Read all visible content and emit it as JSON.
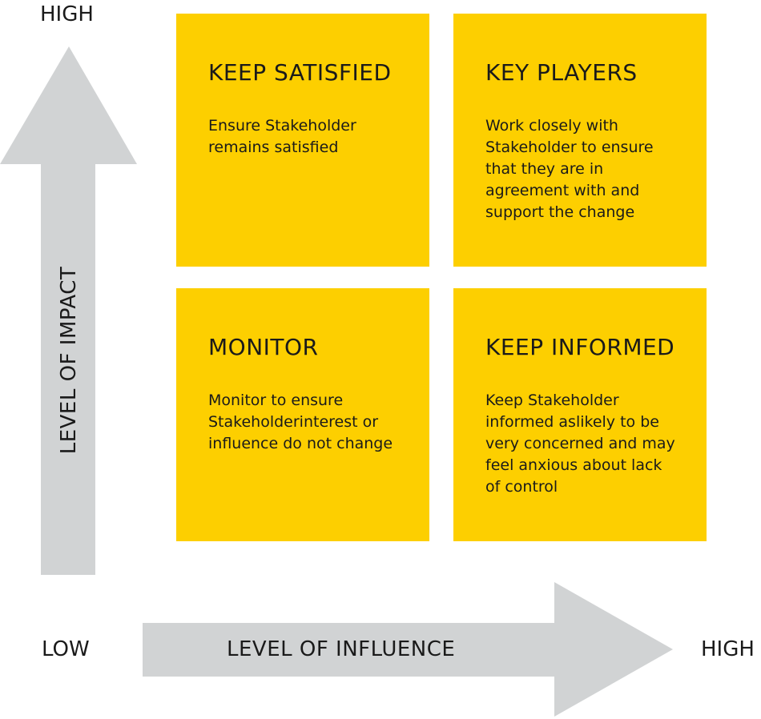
{
  "colors": {
    "quadrant": "#FDCF00",
    "arrow": "#D1D3D4",
    "text": "#1a1a1a"
  },
  "axes": {
    "y_label": "LEVEL OF IMPACT",
    "y_high": "HIGH",
    "x_label": "LEVEL OF INFLUENCE",
    "x_low": "LOW",
    "x_high": "HIGH"
  },
  "quadrants": [
    {
      "title": "KEEP SATISFIED",
      "body": "Ensure Stakeholder\nremains satisfied"
    },
    {
      "title": "KEY PLAYERS",
      "body": "Work closely with\nStakeholder to ensure\nthat they are in\nagreement with and\nsupport the change"
    },
    {
      "title": "MONITOR",
      "body": "Monitor to ensure\nStakeholderinterest or\ninfluence do not change"
    },
    {
      "title": "KEEP INFORMED",
      "body": "Keep Stakeholder\ninformed aslikely to be\nvery concerned and may\nfeel anxious about lack\nof control"
    }
  ]
}
